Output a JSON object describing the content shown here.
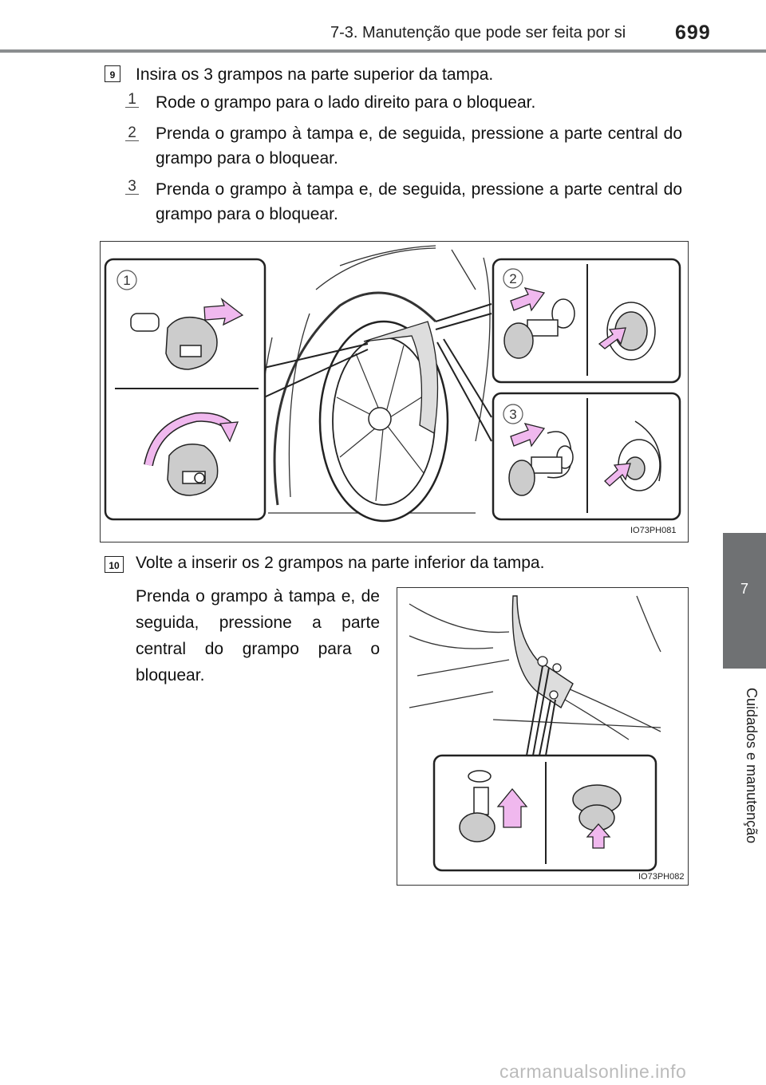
{
  "header": {
    "section_title": "7-3. Manutenção que pode ser feita por si",
    "page_number": "699"
  },
  "side_tab": {
    "chapter_number": "7",
    "chapter_title": "Cuidados e manutenção"
  },
  "step9": {
    "number": "9",
    "text": "Insira os 3 grampos na parte superior da tampa.",
    "substeps": [
      {
        "num": "1",
        "text": "Rode o grampo para o lado direito para o bloquear."
      },
      {
        "num": "2",
        "text": "Prenda o grampo à tampa e, de seguida, pressione a parte central do grampo para o bloquear."
      },
      {
        "num": "3",
        "text": "Prenda o grampo à tampa e, de seguida, pressione a parte central do grampo para o bloquear."
      }
    ],
    "figure": {
      "code": "IO73PH081",
      "callouts": [
        "1",
        "2",
        "3"
      ],
      "colors": {
        "arrow": "#f0b8ee",
        "line": "#222222"
      }
    }
  },
  "step10": {
    "number": "10",
    "text": "Volte a inserir os 2 grampos na parte inferior da tampa.",
    "detail": "Prenda o grampo à tampa e, de seguida, pressione a parte central do grampo para o bloquear.",
    "figure": {
      "code": "IO73PH082"
    }
  },
  "watermark": "carmanualsonline.info"
}
